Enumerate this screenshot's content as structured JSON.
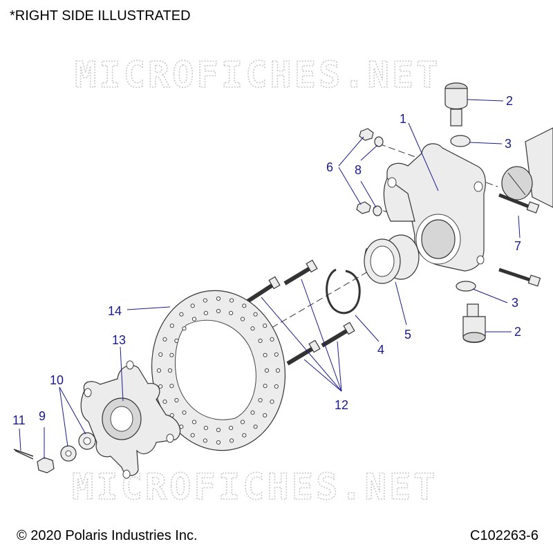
{
  "header": {
    "note": "*RIGHT SIDE ILLUSTRATED"
  },
  "watermark": {
    "text": "MICROFICHES.NET"
  },
  "footer": {
    "copyright": "© 2020 Polaris Industries Inc.",
    "figure_code": "C102263-6"
  },
  "callouts": {
    "c1": "1",
    "c2a": "2",
    "c2b": "2",
    "c3a": "3",
    "c3b": "3",
    "c4": "4",
    "c5": "5",
    "c6": "6",
    "c7": "7",
    "c8": "8",
    "c9": "9",
    "c10": "10",
    "c11": "11",
    "c12": "12",
    "c13": "13",
    "c14": "14"
  },
  "colors": {
    "callout": "#1a1a8c",
    "watermark": "#c8c8c8",
    "line_art": "#333333"
  }
}
